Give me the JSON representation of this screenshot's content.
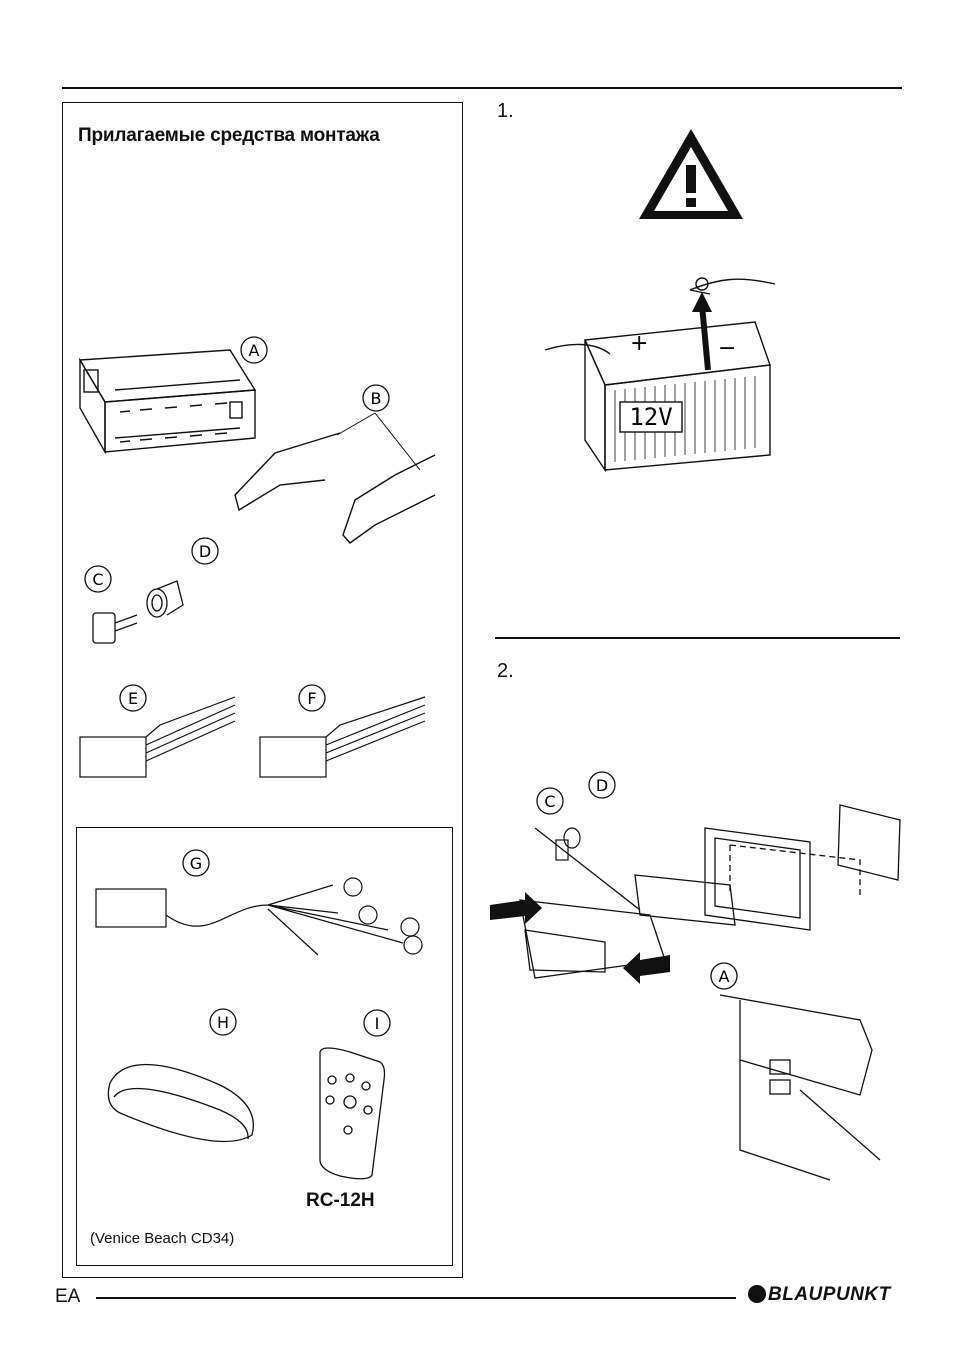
{
  "left_panel": {
    "title": "Прилагаемые средства монтажа",
    "parts": [
      "A",
      "B",
      "C",
      "D",
      "E",
      "F"
    ],
    "optional": {
      "parts": [
        "G",
        "H",
        "I"
      ],
      "remote_model": "RC-12H",
      "note": "(Venice Beach CD34)"
    }
  },
  "steps": [
    {
      "number": "1.",
      "battery_label": "12V"
    },
    {
      "number": "2.",
      "parts": [
        "C",
        "D",
        "A"
      ]
    }
  ],
  "footer": {
    "code": "EA",
    "brand": "BLAUPUNKT"
  },
  "icons": [
    "warning-triangle-icon",
    "battery-illustration",
    "mounting-frame-illustration"
  ]
}
